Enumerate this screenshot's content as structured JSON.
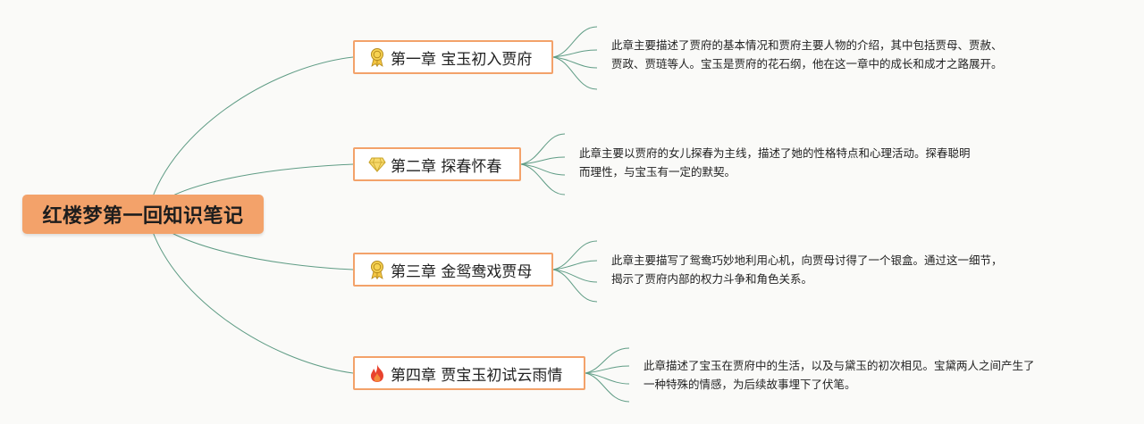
{
  "root": {
    "title": "红楼梦第一回知识笔记"
  },
  "chapters": [
    {
      "label": "第一章 宝玉初入贾府",
      "icon": "ribbon-medal-icon",
      "desc": [
        "此章主要描述了贾府的基本情况和贾府主要人物的介绍，其中包括贾母、贾赦、",
        "贾政、贾琏等人。宝玉是贾府的花石纲，他在这一章中的成长和成才之路展开。"
      ]
    },
    {
      "label": "第二章 探春怀春",
      "icon": "diamond-icon",
      "desc": [
        "此章主要以贾府的女儿探春为主线，描述了她的性格特点和心理活动。探春聪明",
        "而理性，与宝玉有一定的默契。"
      ]
    },
    {
      "label": "第三章 金鸳鸯戏贾母",
      "icon": "ribbon-medal-icon",
      "desc": [
        "此章主要描写了鸳鸯巧妙地利用心机，向贾母讨得了一个银盒。通过这一细节，",
        "揭示了贾府内部的权力斗争和角色关系。"
      ]
    },
    {
      "label": "第四章 贾宝玉初试云雨情",
      "icon": "fire-icon",
      "desc": [
        "此章描述了宝玉在贾府中的生活，以及与黛玉的初次相见。宝黛两人之间产生了",
        "一种特殊的情感，为后续故事埋下了伏笔。"
      ]
    }
  ],
  "colors": {
    "root_fill": "#f3a26a",
    "chapter_border": "#f3a26a",
    "connector": "#5f9c85"
  }
}
